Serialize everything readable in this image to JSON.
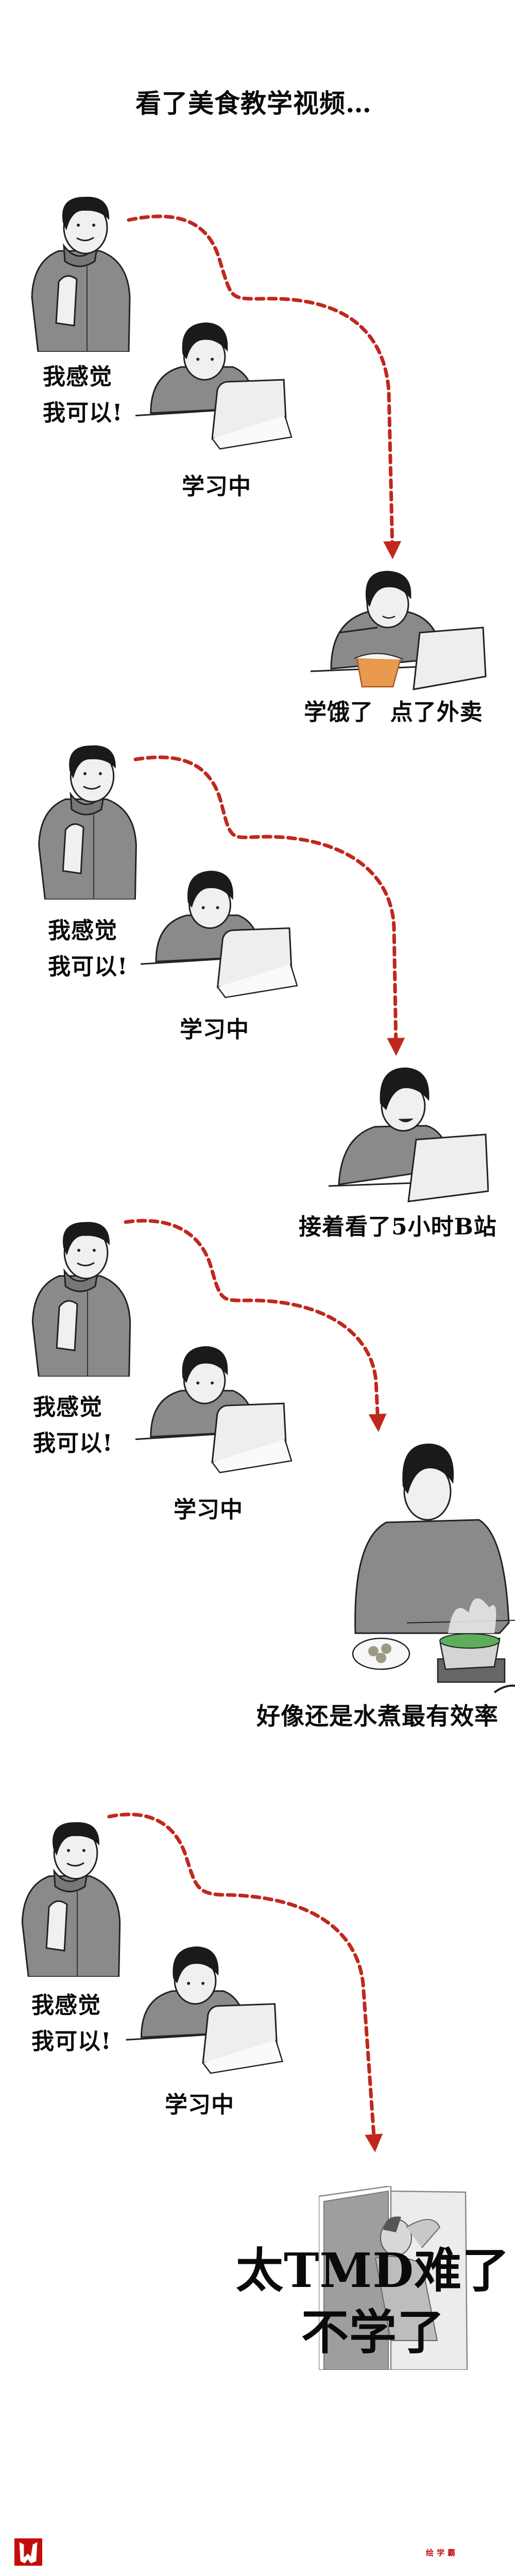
{
  "title": "看了美食教学视频…",
  "accent_color": "#c0281e",
  "panels": [
    {
      "confident_line1": "我感觉",
      "confident_line2": "我可以!",
      "studying": "学习中",
      "outcome": "学饿了  点了外卖"
    },
    {
      "confident_line1": "我感觉",
      "confident_line2": "我可以!",
      "studying": "学习中",
      "outcome": "接着看了5小时B站"
    },
    {
      "confident_line1": "我感觉",
      "confident_line2": "我可以!",
      "studying": "学习中",
      "outcome": "好像还是水煮最有效率"
    },
    {
      "confident_line1": "我感觉",
      "confident_line2": "我可以!",
      "studying": "学习中",
      "outcome_line1": "太TMD难了",
      "outcome_line2": "不学了"
    }
  ],
  "footer": {
    "logo_letter": "W",
    "brand": "绘学霸"
  }
}
